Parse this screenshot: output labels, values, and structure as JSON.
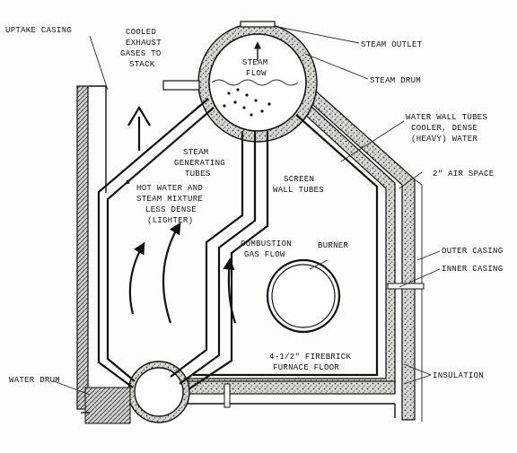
{
  "labels": {
    "uptake_casing": "UPTAKE CASING",
    "cooled_gases": [
      "COOLED",
      "EXHAUST",
      "GASES TO",
      "STACK"
    ],
    "steam_outlet": "STEAM OUTLET",
    "steam_drum": "STEAM DRUM",
    "steam_flow": [
      "STEAM",
      "FLOW"
    ],
    "water_wall_tubes": [
      "WATER WALL TUBES",
      "COOLER, DENSE",
      "(HEAVY) WATER"
    ],
    "steam_generating_tubes": [
      "STEAM",
      "GENERATING",
      "TUBES"
    ],
    "air_space": "2\" AIR SPACE",
    "hot_water_mixture": [
      "HOT WATER AND",
      "STEAM MIXTURE",
      "LESS DENSE",
      "(LIGHTER)"
    ],
    "screen_wall_tubes": [
      "SCREEN",
      "WALL TUBES"
    ],
    "combustion_gas_flow": [
      "COMBUSTION",
      "GAS FLOW"
    ],
    "burner": "BURNER",
    "outer_casing": "OUTER CASING",
    "inner_casing": "INNER CASING",
    "firebrick_floor": [
      "4-1/2\" FIREBRICK",
      "FURNACE FLOOR"
    ],
    "water_drum": "WATER DRUM",
    "insulation": "INSULATION"
  }
}
